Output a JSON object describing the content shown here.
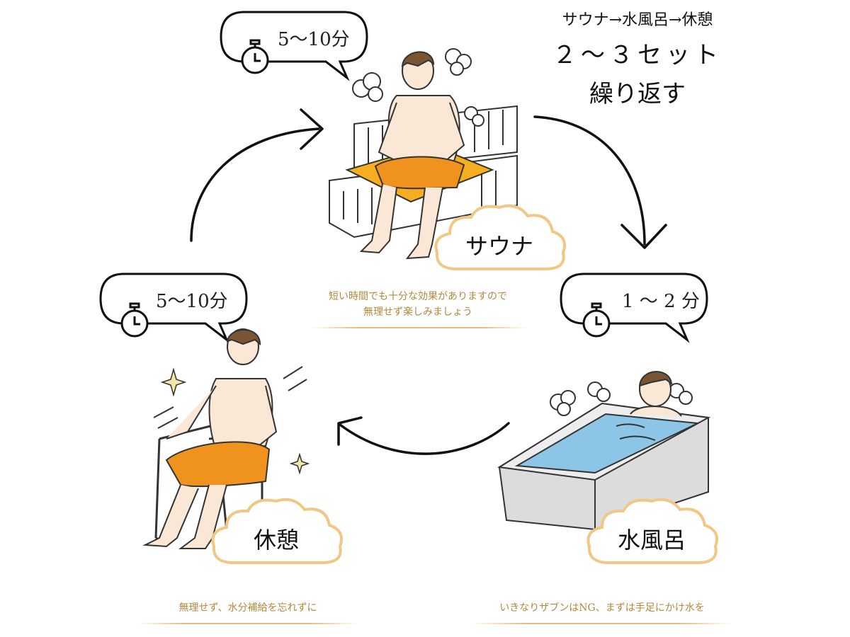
{
  "title": {
    "line1": "サウナ→水風呂→休憩",
    "line2": "２～３セット",
    "line3": "繰り返す"
  },
  "steps": {
    "sauna": {
      "label": "サウナ",
      "time": "5～10分",
      "caption_line1": "短い時間でも十分な効果がありますので",
      "caption_line2": "無理せず楽しみましょう"
    },
    "cold_bath": {
      "label": "水風呂",
      "time": "1 ～ 2 分",
      "caption": "いきなりザブンはNG、まずは手足にかけ水を"
    },
    "rest": {
      "label": "休憩",
      "time": "5～10分",
      "caption": "無理せず、水分補給を忘れずに"
    }
  },
  "colors": {
    "towel": "#f0931e",
    "towel_light": "#f6ad1f",
    "skin": "#fbe7d6",
    "hair": "#7a5533",
    "water": "#8cc5e6",
    "tub": "#dcdcdc",
    "cloud_stroke": "#f0c785",
    "caption_text": "#b08a3e"
  }
}
